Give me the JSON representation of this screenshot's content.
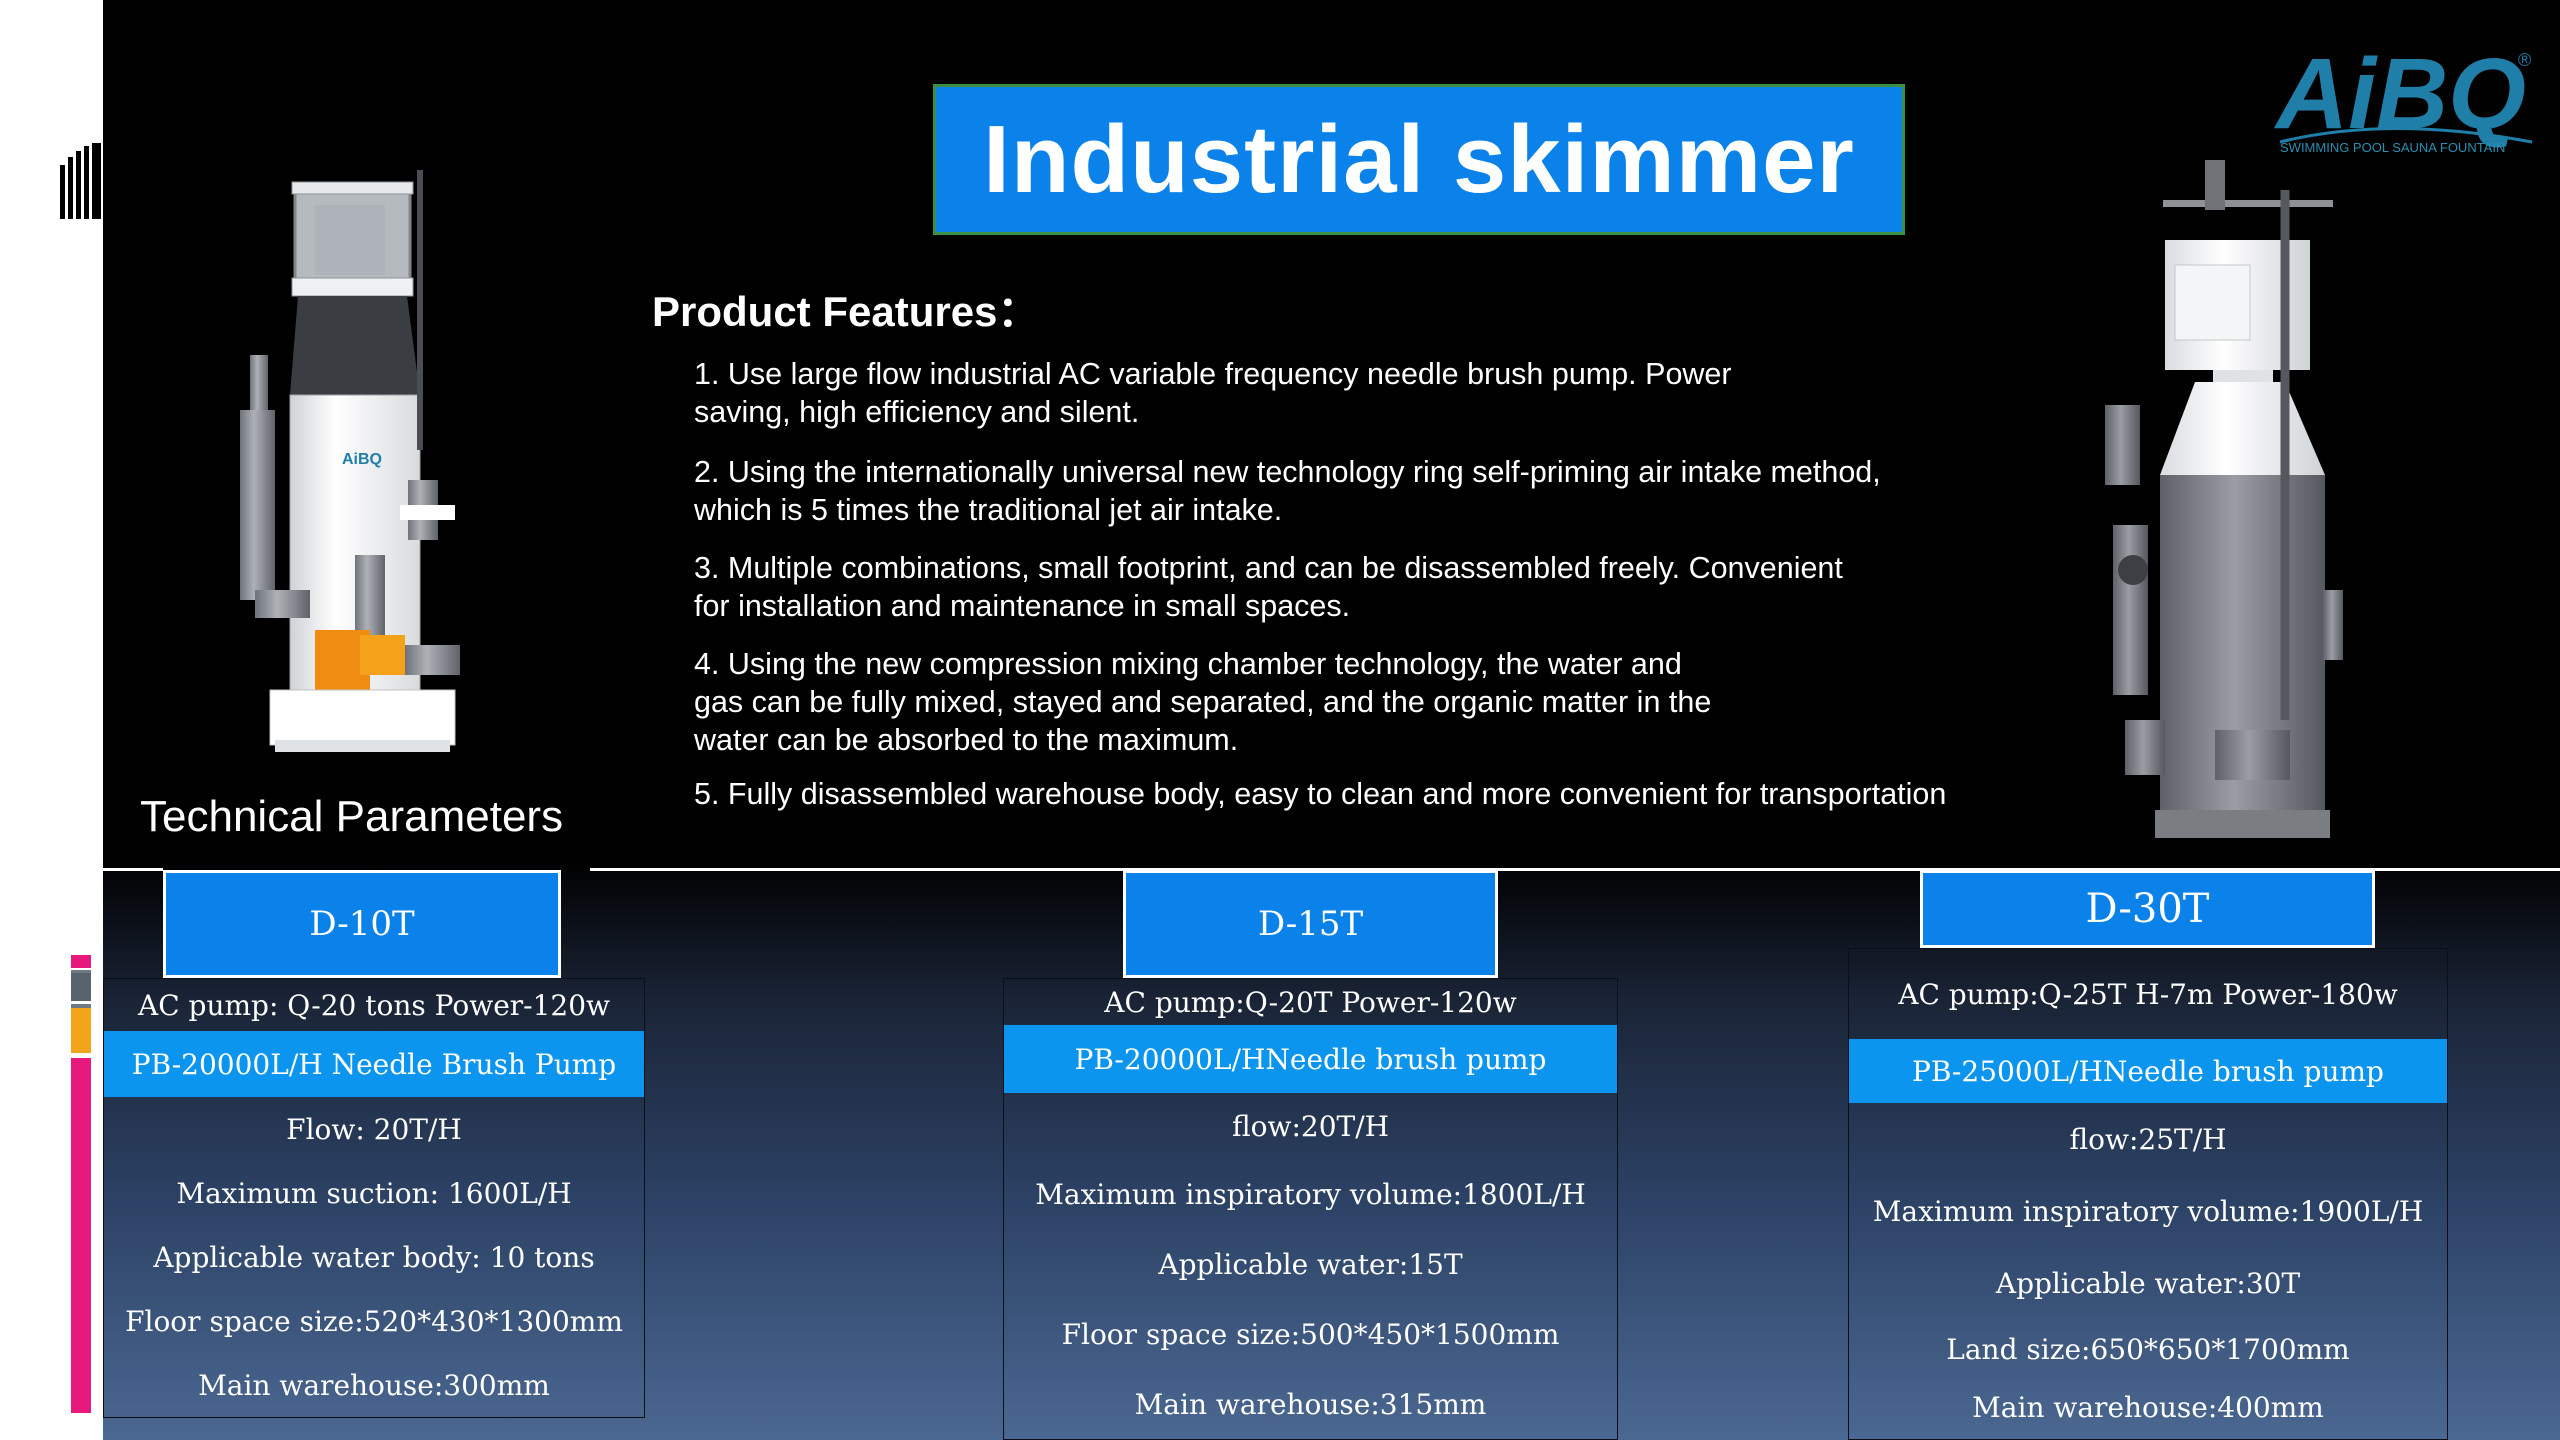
{
  "title": "Industrial skimmer",
  "logo": {
    "brand": "AiBQ",
    "tagline": "SWIMMING POOL SAUNA FOUNTAIN",
    "registered": "®"
  },
  "device_logo": "AiBQ",
  "features_title": "Product Features：",
  "features": [
    [
      "1. Use large flow industrial AC variable frequency needle brush pump. Power",
      "saving, high efficiency and silent."
    ],
    [
      "2. Using the internationally universal new technology ring self-priming air intake method,",
      "which is 5 times the traditional jet air intake."
    ],
    [
      "3. Multiple combinations, small footprint, and can be disassembled freely. Convenient",
      "for installation and maintenance in small spaces."
    ],
    [
      "4. Using the new compression mixing chamber technology, the water and",
      "gas can be fully mixed, stayed and separated, and the organic matter in the",
      "water can be absorbed to the maximum."
    ],
    [
      "5. Fully disassembled warehouse body, easy to clean and more convenient for transportation"
    ]
  ],
  "tech_title": "Technical Parameters",
  "models": [
    {
      "name": "D-10T",
      "rows": [
        "AC pump: Q-20 tons Power-120w",
        "PB-20000L/H Needle Brush Pump",
        "Flow: 20T/H",
        "Maximum suction: 1600L/H",
        "Applicable water body: 10 tons",
        "Floor space size:520*430*1300mm",
        "Main warehouse:300mm"
      ]
    },
    {
      "name": "D-15T",
      "rows": [
        "AC pump:Q-20T  Power-120w",
        "PB-20000L/HNeedle brush pump",
        "flow:20T/H",
        "Maximum inspiratory volume:1800L/H",
        "Applicable water:15T",
        "Floor space size:500*450*1500mm",
        "Main warehouse:315mm"
      ]
    },
    {
      "name": "D-30T",
      "rows": [
        "AC pump:Q-25T H-7m Power-180w",
        "PB-25000L/HNeedle brush pump",
        "flow:25T/H",
        "Maximum inspiratory volume:1900L/H",
        "Applicable water:30T",
        "Land size:650*650*1700mm",
        "Main warehouse:400mm"
      ]
    }
  ],
  "colors": {
    "accent": "#0a82ea",
    "highlight": "#0b95ee",
    "slide": "#000000",
    "logo": "#1f7fa8"
  }
}
